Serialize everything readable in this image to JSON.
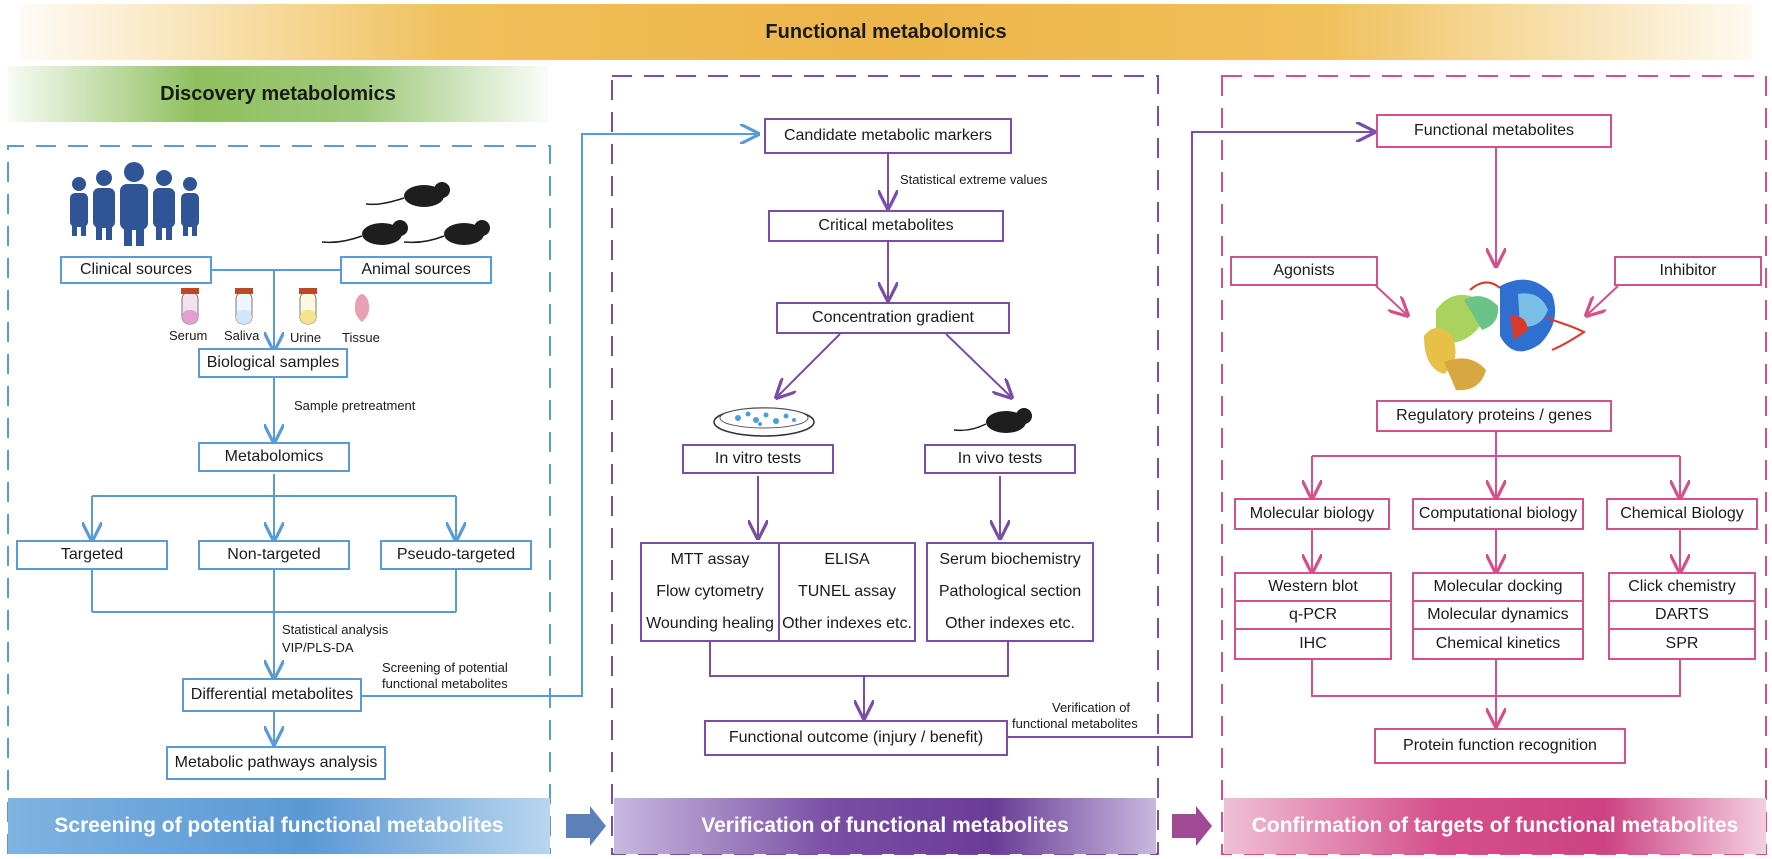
{
  "title": "Functional metabolomics",
  "discovery_title": "Discovery metabolomics",
  "screening": {
    "clinical": "Clinical sources",
    "animal": "Animal sources",
    "samples": [
      "Serum",
      "Saliva",
      "Urine",
      "Tissue"
    ],
    "biological_samples": "Biological samples",
    "sample_pretreatment": "Sample pretreatment",
    "metabolomics": "Metabolomics",
    "targeted": "Targeted",
    "non_targeted": "Non-targeted",
    "pseudo_targeted": "Pseudo-targeted",
    "stat_line1": "Statistical analysis",
    "stat_line2": "VIP/PLS-DA",
    "differential": "Differential metabolites",
    "pathways": "Metabolic pathways analysis",
    "screening_label1": "Screening of potential",
    "screening_label2": "functional metabolites"
  },
  "verification": {
    "candidate": "Candidate metabolic markers",
    "stat_extreme": "Statistical extreme values",
    "critical": "Critical metabolites",
    "concentration": "Concentration gradient",
    "in_vitro": "In vitro tests",
    "in_vivo": "In vivo tests",
    "vitro_left": [
      "MTT assay",
      "Flow cytometry",
      "Wounding healing"
    ],
    "vitro_right": [
      "ELISA",
      "TUNEL assay",
      "Other indexes etc."
    ],
    "vivo_items": [
      "Serum biochemistry",
      "Pathological section",
      "Other indexes etc."
    ],
    "outcome": "Functional outcome (injury / benefit)",
    "verif_label1": "Verification of",
    "verif_label2": "functional metabolites"
  },
  "confirmation": {
    "functional": "Functional metabolites",
    "agonists": "Agonists",
    "inhibitor": "Inhibitor",
    "regulatory": "Regulatory proteins / genes",
    "molecular_biology": "Molecular biology",
    "computational_biology": "Computational biology",
    "chemical_biology": "Chemical Biology",
    "mb_items": [
      "Western blot",
      "q-PCR",
      "IHC"
    ],
    "cb_items": [
      "Molecular docking",
      "Molecular dynamics",
      "Chemical kinetics"
    ],
    "chb_items": [
      "Click chemistry",
      "DARTS",
      "SPR"
    ],
    "protein_function": "Protein function recognition"
  },
  "bottom": {
    "screening": "Screening of potential functional metabolites",
    "verification": "Verification of functional metabolites",
    "confirmation": "Confirmation of targets of functional metabolites"
  },
  "colors": {
    "blue": "#5b9bd5",
    "purple": "#7a4ea5",
    "pink": "#d4508a",
    "gold": "#edb54a",
    "green": "#8fc05e"
  }
}
